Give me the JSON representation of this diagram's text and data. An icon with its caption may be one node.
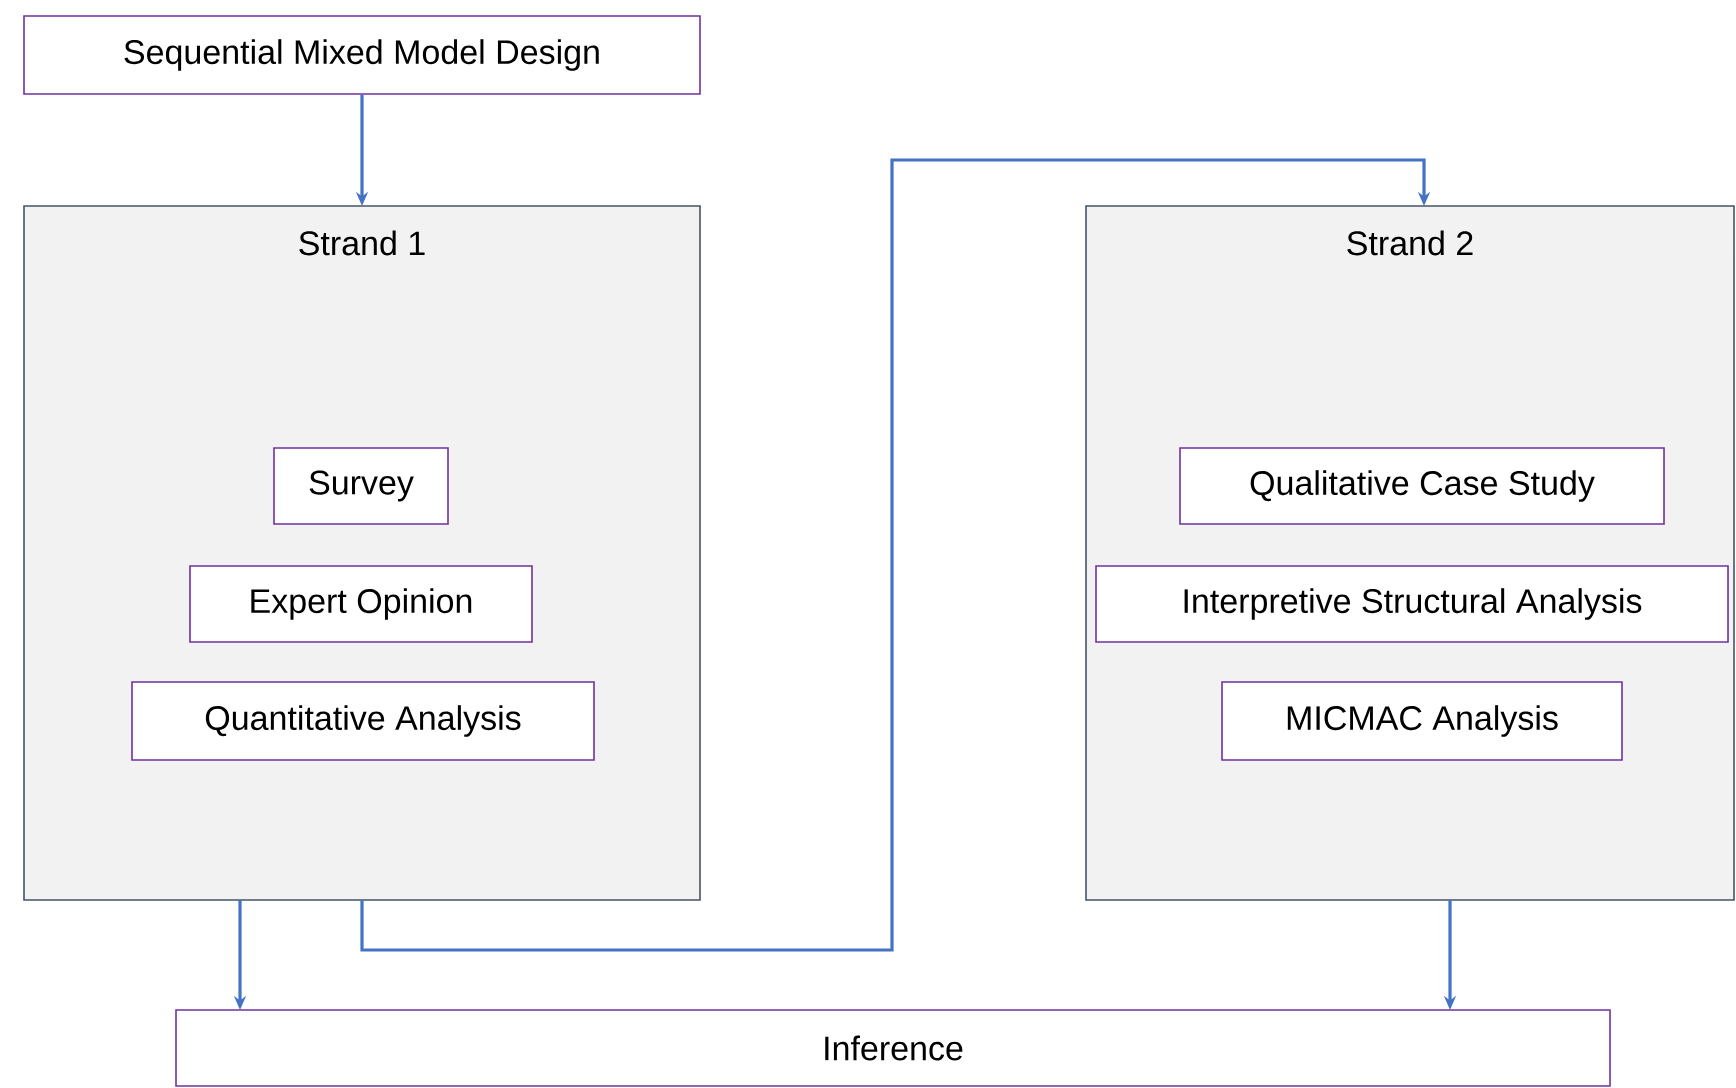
{
  "diagram": {
    "nodes": [
      {
        "text": [
          "Sequential Mixed Model Design"
        ]
      },
      {
        "text": [
          "Strand 1"
        ]
      },
      {
        "text": [
          "Survey"
        ],
        "in": 1
      },
      {
        "text": [
          "Expert Opinion"
        ],
        "in": 1
      },
      {
        "text": [
          "Quantitative Analysis"
        ],
        "in": 1
      },
      {
        "text": [
          "Strand 2"
        ]
      },
      {
        "text": [
          "Qualitative Case Study"
        ],
        "in": 5
      },
      {
        "text": [
          "Interpretive Structural Analysis"
        ],
        "in": 5
      },
      {
        "text": [
          "MICMAC Analysis"
        ],
        "in": 5
      },
      {
        "text": [
          "Inference"
        ]
      }
    ],
    "edges": [
      {
        "from": 0,
        "to": 1,
        "arrow": "to"
      },
      {
        "from": 1,
        "to": 5,
        "arrow": "to"
      },
      {
        "from": 1,
        "to": 9,
        "arrow": "to"
      },
      {
        "from": 5,
        "to": 9,
        "arrow": "to"
      }
    ]
  }
}
